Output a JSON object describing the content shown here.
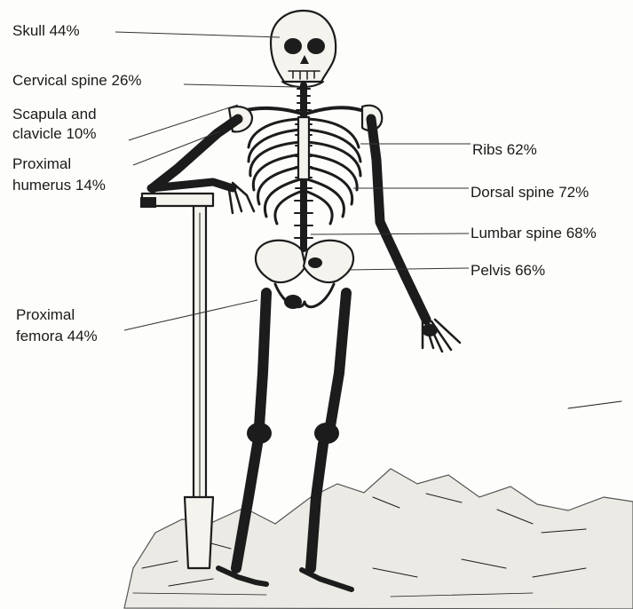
{
  "labels": {
    "skull": "Skull 44%",
    "cervical_spine": "Cervical spine  26%",
    "scapula_line1": "Scapula and",
    "scapula_line2": "clavicle  10%",
    "humerus_line1": "Proximal",
    "humerus_line2": "humerus  14%",
    "ribs": "Ribs 62%",
    "dorsal_spine": "Dorsal spine  72%",
    "lumbar_spine": "Lumbar spine  68%",
    "pelvis": "Pelvis 66%",
    "femora_line1": "Proximal",
    "femora_line2": "femora  44%"
  },
  "sites": [
    {
      "site": "Skull",
      "percent": 44
    },
    {
      "site": "Cervical spine",
      "percent": 26
    },
    {
      "site": "Scapula and clavicle",
      "percent": 10
    },
    {
      "site": "Proximal humerus",
      "percent": 14
    },
    {
      "site": "Ribs",
      "percent": 62
    },
    {
      "site": "Dorsal spine",
      "percent": 72
    },
    {
      "site": "Lumbar spine",
      "percent": 68
    },
    {
      "site": "Pelvis",
      "percent": 66
    },
    {
      "site": "Proximal femora",
      "percent": 44
    }
  ]
}
